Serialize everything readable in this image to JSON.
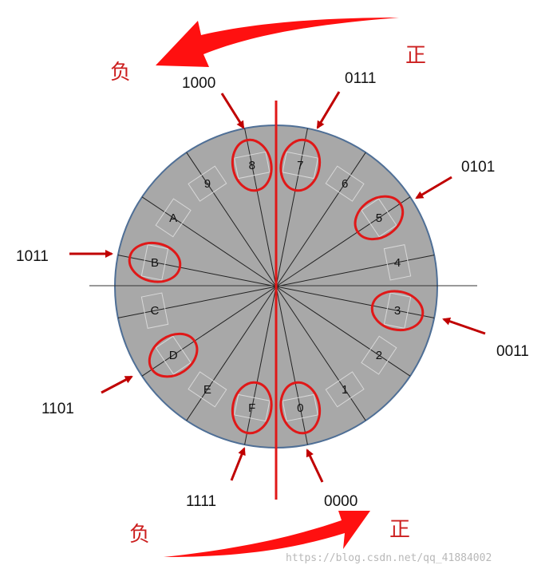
{
  "direction_labels": {
    "negative_top": "负",
    "positive_top": "正",
    "negative_bottom": "负",
    "positive_bottom": "正"
  },
  "segments": [
    "0",
    "1",
    "2",
    "3",
    "4",
    "5",
    "6",
    "7",
    "8",
    "9",
    "A",
    "B",
    "C",
    "D",
    "E",
    "F"
  ],
  "highlighted": [
    "0",
    "3",
    "5",
    "7",
    "8",
    "B",
    "D",
    "F"
  ],
  "binary_labels": [
    {
      "id": "b1000",
      "text": "1000"
    },
    {
      "id": "b0111",
      "text": "0111"
    },
    {
      "id": "b0101",
      "text": "0101"
    },
    {
      "id": "b1011",
      "text": "1011"
    },
    {
      "id": "b0011",
      "text": "0011"
    },
    {
      "id": "b1101",
      "text": "1101"
    },
    {
      "id": "b1111",
      "text": "1111"
    },
    {
      "id": "b0000",
      "text": "0000"
    }
  ],
  "watermark": "https://blog.csdn.net/qq_41884002",
  "colors": {
    "wheel_fill": "#a8a8a8",
    "wheel_edge": "#4f6f96",
    "highlight": "#e01818",
    "arrow": "#c00000",
    "big_arrow": "#ff1010"
  }
}
